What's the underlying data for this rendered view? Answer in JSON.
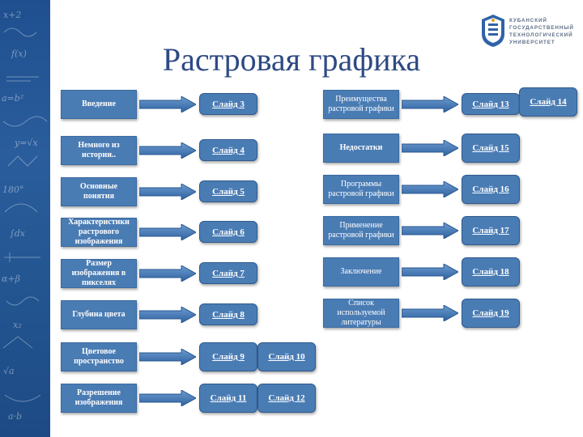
{
  "title": "Растровая графика",
  "logo": {
    "lines": [
      "КУБАНСКИЙ",
      "ГОСУДАРСТВЕННЫЙ",
      "ТЕХНОЛОГИЧЕСКИЙ",
      "УНИВЕРСИТЕТ"
    ]
  },
  "left_topics": [
    {
      "label": "Введение",
      "slides": [
        "Слайд 3"
      ]
    },
    {
      "label": "Немного из истории..",
      "slides": [
        "Слайд 4"
      ]
    },
    {
      "label": "Основные понятия",
      "slides": [
        "Слайд 5"
      ]
    },
    {
      "label": "Характеристики растрового изображения",
      "slides": [
        "Слайд 6"
      ]
    },
    {
      "label": "Размер изображения в пикселях",
      "slides": [
        "Слайд 7"
      ]
    },
    {
      "label": "Глубина цвета",
      "slides": [
        "Слайд 8"
      ]
    },
    {
      "label": "Цветовое пространство",
      "slides": [
        "Слайд 9",
        "Слайд 10"
      ]
    },
    {
      "label": "Разрешение изображения",
      "slides": [
        "Слайд 11",
        "Слайд 12"
      ]
    }
  ],
  "right_topics": [
    {
      "label": "Преимущества растровой графики",
      "slides": [
        "Слайд 13",
        "Слайд 14"
      ]
    },
    {
      "label": "Недостатки",
      "slides": [
        "Слайд 15"
      ]
    },
    {
      "label": "Программы растровой графики",
      "slides": [
        "Слайд 16"
      ]
    },
    {
      "label": "Применение растровой графики",
      "slides": [
        "Слайд 17"
      ]
    },
    {
      "label": "Заключение",
      "slides": [
        "Слайд 18"
      ]
    },
    {
      "label": "Список используемой литературы",
      "slides": [
        "Слайд 19"
      ]
    }
  ],
  "colors": {
    "box": "#4a7cb4",
    "title": "#2e4a84",
    "strip": "#1f4f8f"
  }
}
